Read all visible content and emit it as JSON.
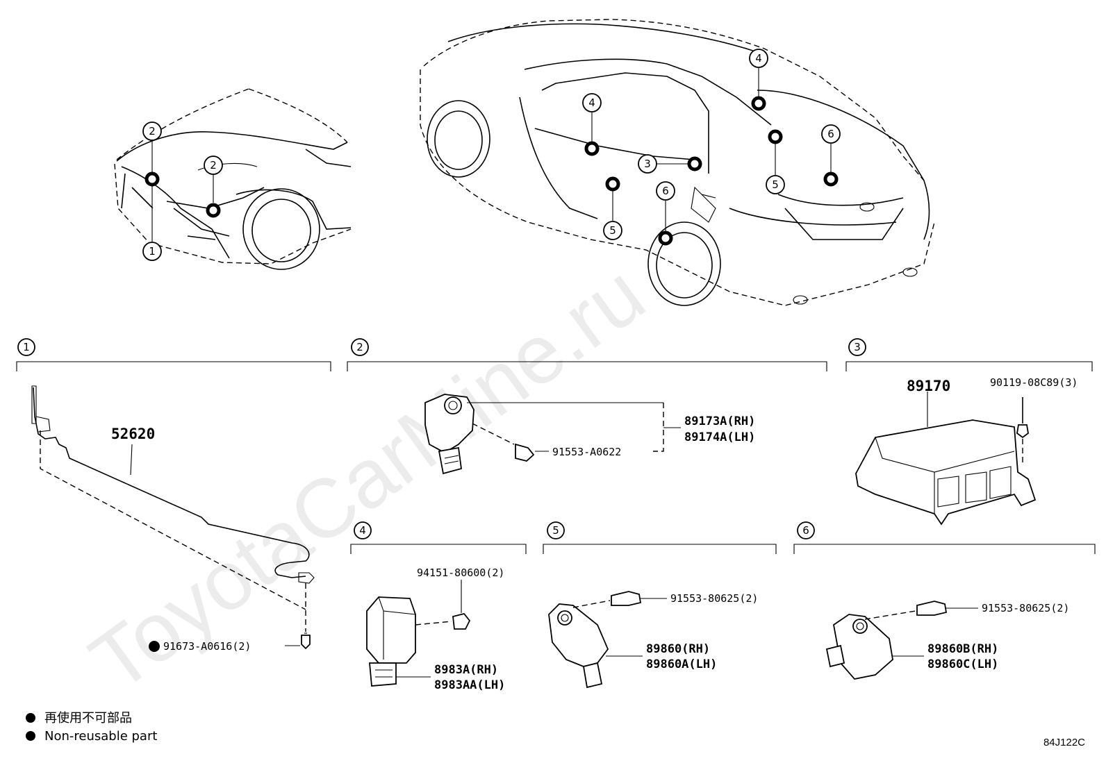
{
  "watermark": "ToyotaCarMine.ru",
  "callout_numbers": [
    "1",
    "2",
    "3",
    "4",
    "5",
    "6"
  ],
  "sections": [
    {
      "id": "1",
      "number": "1"
    },
    {
      "id": "2",
      "number": "2"
    },
    {
      "id": "3",
      "number": "3"
    },
    {
      "id": "4",
      "number": "4"
    },
    {
      "id": "5",
      "number": "5"
    },
    {
      "id": "6",
      "number": "6"
    }
  ],
  "parts": {
    "s1_main": "52620",
    "s1_bolt": "91673-A0616(2)",
    "s2_bolt": "91553-A0622",
    "s2_rh": "89173A(RH)",
    "s2_lh": "89174A(LH)",
    "s3_main": "89170",
    "s3_bolt": "90119-08C89(3)",
    "s4_nut": "94151-80600(2)",
    "s4_rh": "8983A(RH)",
    "s4_lh": "8983AA(LH)",
    "s5_bolt": "91553-80625(2)",
    "s5_rh": "89860(RH)",
    "s5_lh": "89860A(LH)",
    "s6_bolt": "91553-80625(2)",
    "s6_rh": "89860B(RH)",
    "s6_lh": "89860C(LH)"
  },
  "legend": {
    "line_jp": "再使用不可部品",
    "line_en": "Non-reusable part"
  },
  "figure_code": "84J122C"
}
